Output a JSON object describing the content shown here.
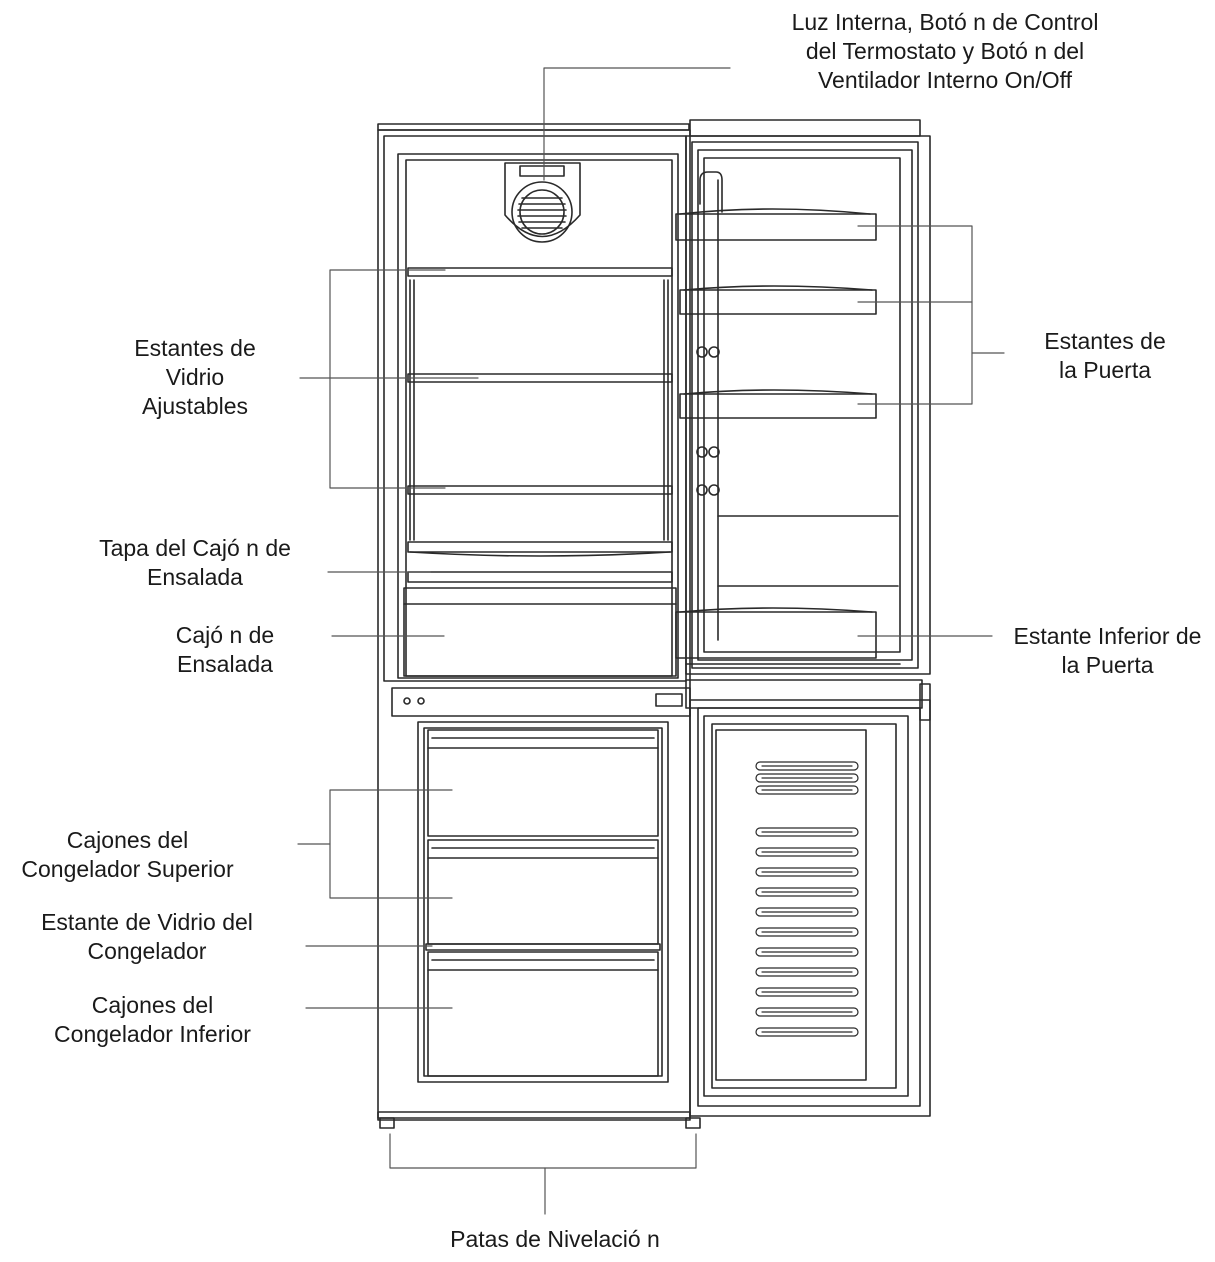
{
  "labels": {
    "top_controls": [
      "Luz Interna, Botó n de Control",
      "del Termostato y Botó n del",
      "Ventilador Interno On/Off"
    ],
    "glass_shelves": [
      "Estantes de",
      "Vidrio",
      "Ajustables"
    ],
    "crisper_lid": [
      "Tapa del Cajó n de",
      "Ensalada"
    ],
    "crisper": [
      "Cajó n de",
      "Ensalada"
    ],
    "door_shelves": [
      "Estantes de",
      "la Puerta"
    ],
    "bottom_door_shelf": [
      "Estante Inferior de",
      "la Puerta"
    ],
    "upper_freezer_drawers": [
      "Cajones del",
      "Congelador Superior"
    ],
    "freezer_glass_shelf": [
      "Estante de Vidrio del",
      "Congelador"
    ],
    "lower_freezer_drawers": [
      "Cajones del",
      "Congelador Inferior"
    ],
    "leveling_feet": [
      "Patas de Nivelació n"
    ]
  },
  "colors": {
    "line": "#2a2a2a",
    "fill": "#ffffff",
    "shade": "#e6e6e6"
  }
}
